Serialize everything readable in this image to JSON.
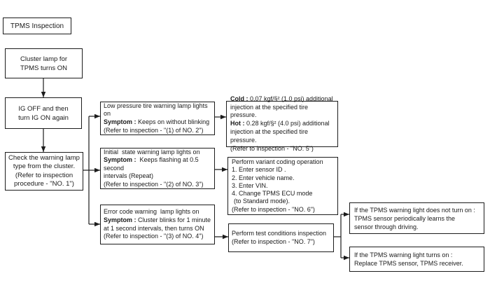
{
  "title": "TPMS Inspection",
  "boxes": {
    "cluster_lamp": {
      "l1": "Cluster lamp for",
      "l2": "TPMS turns ON"
    },
    "ig_cycle": {
      "l1": "IG OFF and then",
      "l2": "turn IG ON again"
    },
    "check_lamp": {
      "l1": "Check the warning lamp",
      "l2": "type from the cluster.",
      "l3": "(Refer to inspection",
      "l4": "procedure - \"NO. 1\")"
    },
    "low_pressure": {
      "l1": "Low pressure tire warning lamp lights on",
      "symptom_label": "Symptom :",
      "symptom": " Keeps on without blinking",
      "refer": "(Refer to inspection - \"(1) of NO. 2\")"
    },
    "initial_state": {
      "l1": "Initial  state warning lamp lights on",
      "symptom_label": "Symptom :",
      "symptom": "  Keeps flashing at 0.5 second",
      "l3": "intervals (Repeat)",
      "refer": "(Refer to inspection - \"(2) of NO. 3\")"
    },
    "error_code": {
      "l1": "Error code warning  lamp lights on",
      "symptom_label": "Symptom :",
      "symptom": " Cluster blinks for 1 minute",
      "l3": "at 1 second intervals, then turns ON",
      "refer": "(Refer to inspection - \"(3) of NO. 4\")"
    },
    "pressure_spec": {
      "cold_label": "Cold :",
      "cold": " 0.07 kgf/§² (1.0 psi) additional",
      "l2": "injection at the specified tire pressure.",
      "hot_label": "Hot :",
      "hot": " 0.28 kgf/§² (4.0 psi) additional",
      "l4": "injection at the specified tire pressure.",
      "refer": "(Refer to inspection - \"NO. 5\")"
    },
    "variant_coding": {
      "l1": "Perform variant coding operation",
      "l2": "1. Enter sensor ID .",
      "l3": "2. Enter vehicle name.",
      "l4": "3. Enter VIN.",
      "l5": "4. Change TPMS ECU mode",
      "l6": "(to Standard mode).",
      "refer": "(Refer to inspection - \"NO. 6\")"
    },
    "test_conditions": {
      "l1": "Perform test conditions inspection",
      "refer": "(Refer to inspection - \"NO. 7\")"
    },
    "light_not_on": {
      "l1": "If the TPMS warning light does not turn on :",
      "l2": "TPMS sensor periodically learns the",
      "l3": "sensor through driving."
    },
    "light_on": {
      "l1": "If the TPMS warning light turns on :",
      "l2": "Replace TPMS sensor, TPMS receiver."
    }
  },
  "colors": {
    "line": "#1c1c1c",
    "background": "#ffffff",
    "text": "#1a1a1a"
  }
}
